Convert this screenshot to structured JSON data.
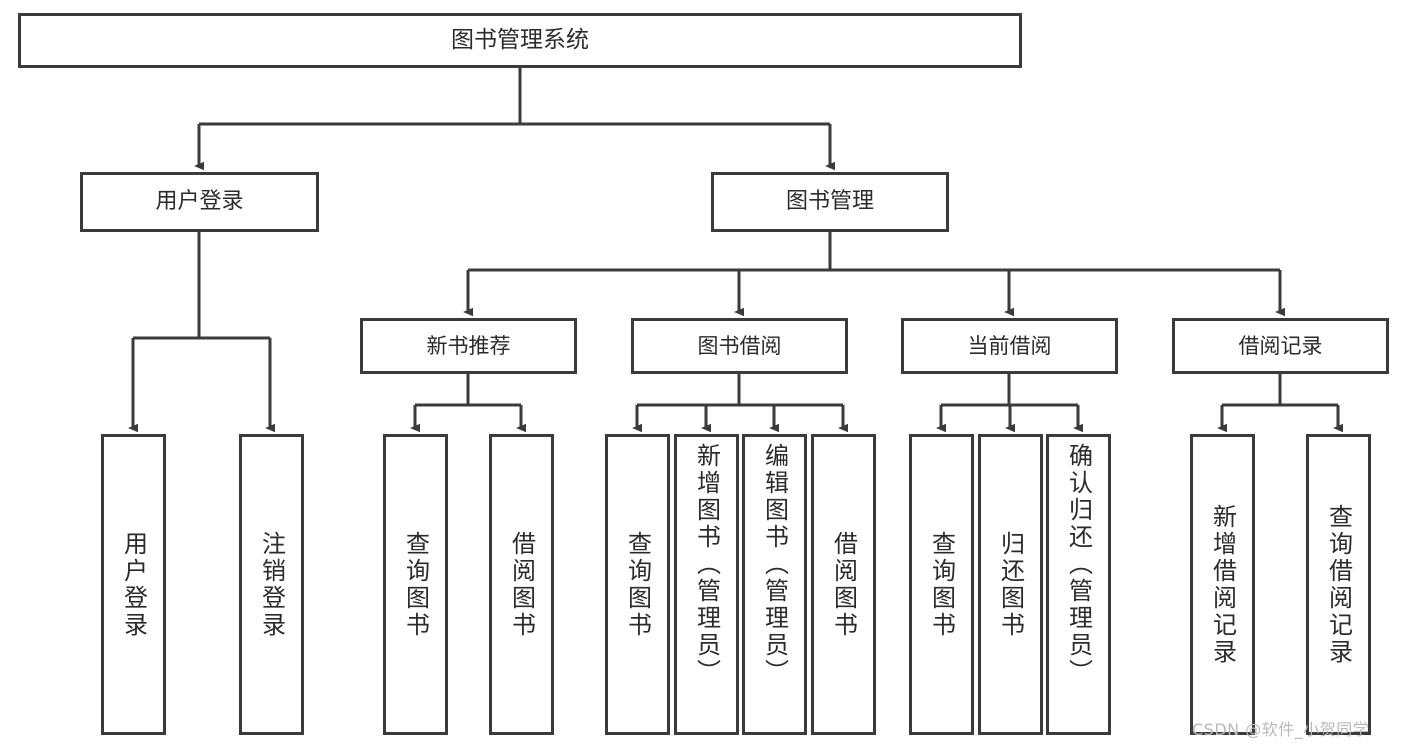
{
  "diagram": {
    "title_box": {
      "label": "图书管理系统"
    },
    "level2": [
      {
        "id": "user-login",
        "label": "用户登录"
      },
      {
        "id": "book-management",
        "label": "图书管理"
      }
    ],
    "level3": [
      {
        "id": "new-book-recommend",
        "label": "新书推荐"
      },
      {
        "id": "book-borrow",
        "label": "图书借阅"
      },
      {
        "id": "current-borrow",
        "label": "当前借阅"
      },
      {
        "id": "borrow-record",
        "label": "借阅记录"
      }
    ],
    "leaves": [
      {
        "id": "leaf-user-login",
        "label": "用户登录"
      },
      {
        "id": "leaf-logout-login",
        "label": "注销登录"
      },
      {
        "id": "leaf-query-book-1",
        "label": "查询图书"
      },
      {
        "id": "leaf-borrow-book-1",
        "label": "借阅图书"
      },
      {
        "id": "leaf-query-book-2",
        "label": "查询图书"
      },
      {
        "id": "leaf-add-book",
        "label": "新增图书（管理员）"
      },
      {
        "id": "leaf-edit-book",
        "label": "编辑图书（管理员）"
      },
      {
        "id": "leaf-borrow-book-2",
        "label": "借阅图书"
      },
      {
        "id": "leaf-query-book-3",
        "label": "查询图书"
      },
      {
        "id": "leaf-return-book",
        "label": "归还图书"
      },
      {
        "id": "leaf-confirm-return",
        "label": "确认归还（管理员）"
      },
      {
        "id": "leaf-add-record",
        "label": "新增借阅记录"
      },
      {
        "id": "leaf-query-record",
        "label": "查询借阅记录"
      }
    ],
    "watermark": "CSDN @软件_小贺同学",
    "colors": {
      "stroke": "#3b3b3b",
      "fill": "#ffffff",
      "text": "#2b2b2b",
      "watermark": "#b9b9b9"
    }
  }
}
